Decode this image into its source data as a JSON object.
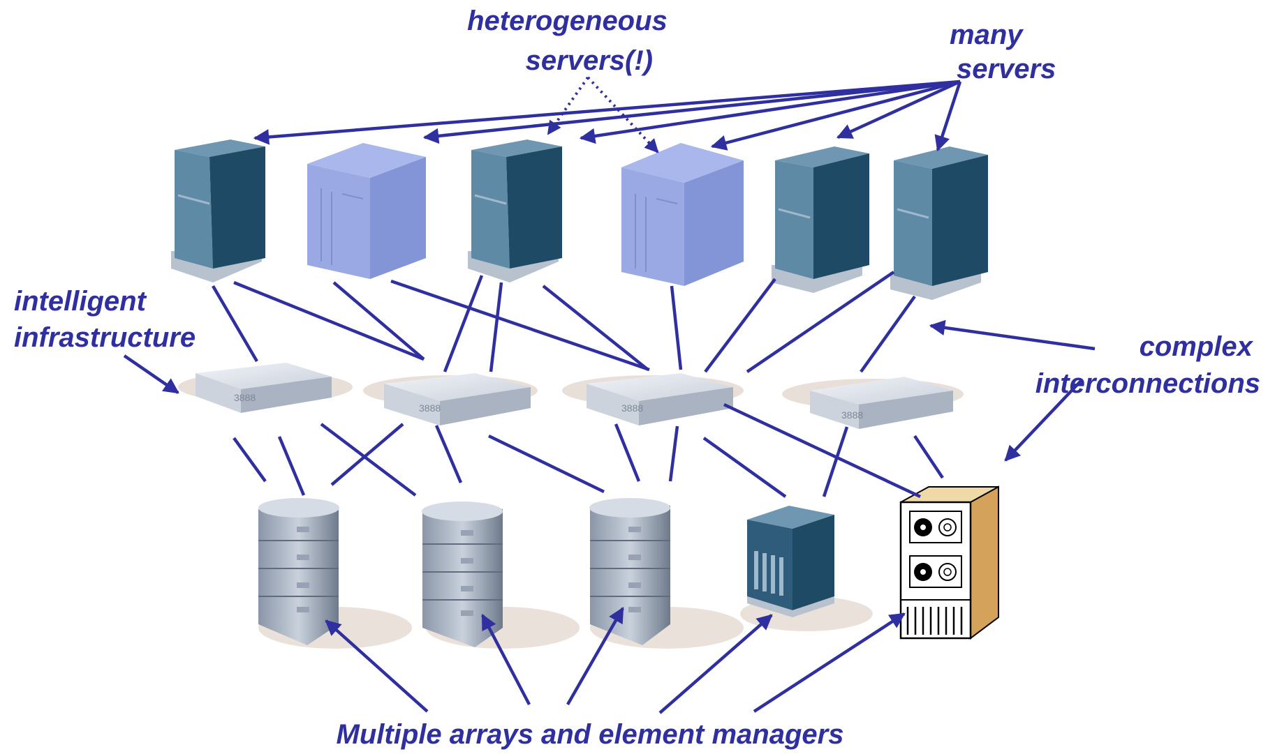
{
  "labels": {
    "heterogeneous": [
      "heterogeneous",
      "servers(!)"
    ],
    "many_servers": [
      "many",
      "servers"
    ],
    "intelligent": [
      "intelligent",
      "infrastructure"
    ],
    "complex": [
      "complex",
      "interconnections"
    ],
    "bottom": "Multiple arrays and element managers"
  },
  "colors": {
    "label": "#2F2FA0",
    "tower_dark": "#1F4A66",
    "tower_mid": "#5E8AA6",
    "cube": "#8E9FDD",
    "tape_cabinet": "#E0B874"
  },
  "icons": [
    "tower-server-icon",
    "cube-server-icon",
    "network-switch-icon",
    "disk-array-icon",
    "element-manager-icon",
    "tape-library-icon"
  ]
}
